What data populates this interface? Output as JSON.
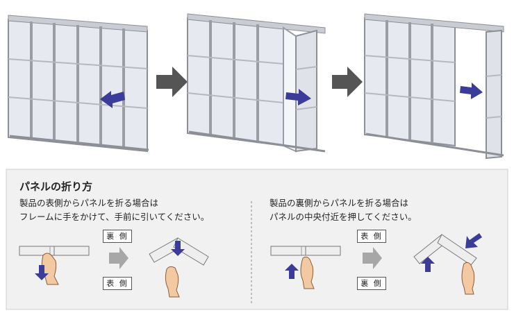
{
  "steps": [
    {
      "icon": "arrow-left-icon"
    },
    {
      "icon": "arrow-right-icon"
    },
    {
      "icon": "arrow-right-icon"
    }
  ],
  "section": {
    "title": "パネルの折り方",
    "left": {
      "line1": "製品の表側からパネルを折る場合は",
      "line2": "フレームに手をかけて、手前に引いてください。",
      "label_top": "裏 側",
      "label_bottom": "表 側"
    },
    "right": {
      "line1": "製品の裏側からパネルを折る場合は",
      "line2": "パネルの中央付近を押してください。",
      "label_top": "表 側",
      "label_bottom": "裏 側"
    }
  },
  "colors": {
    "frame": "#9a9ea4",
    "glass": "#e4e8ee",
    "arrow_blue": "#3b3b9a",
    "step_arrow": "#555555",
    "gray_arrow": "#a7a7a7",
    "panel_box": "#eeeeee",
    "hand": "#f2c9a0"
  }
}
